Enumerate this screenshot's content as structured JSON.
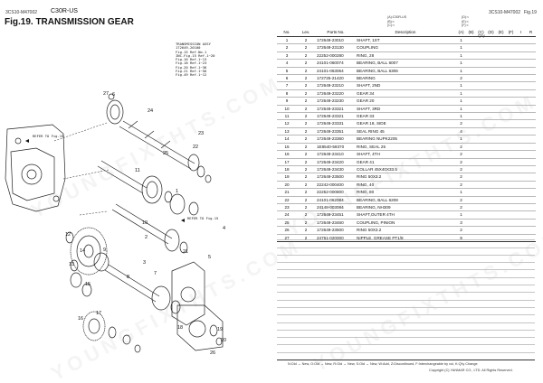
{
  "page": {
    "doc_code_left": "3CS10-M47002",
    "model": "C30R-US",
    "title": "Fig.19.  TRANSMISSION GEAR",
    "doc_code_right": "3CS10-M47002",
    "fig_label": "Fig.19"
  },
  "legend": {
    "col1": [
      "(A):C30R-US",
      "(B):<",
      "(C):<"
    ],
    "col2": [
      "(D):<",
      "(E):<",
      "(F):<"
    ]
  },
  "table": {
    "headers": {
      "no": "No.",
      "lev": "Lev.",
      "part_no": "Parts No.",
      "description": "Description",
      "qty": "Q'ty",
      "qty_cols": [
        "(A)",
        "(B)",
        "(C)",
        "(D)",
        "(E)",
        "(F)"
      ],
      "i": "I",
      "r": "R"
    },
    "rows": [
      {
        "no": "1",
        "lev": "2",
        "part": "172649-23010",
        "desc": "SHAFT, 1ST",
        "qty": "1"
      },
      {
        "no": "2",
        "lev": "2",
        "part": "172649-23130",
        "desc": "COUPLING",
        "qty": "1"
      },
      {
        "no": "3",
        "lev": "2",
        "part": "22252-000280",
        "desc": "RING, 28",
        "qty": "1"
      },
      {
        "no": "4",
        "lev": "2",
        "part": "24101-060074",
        "desc": "BEARING, BALL 6007",
        "qty": "1"
      },
      {
        "no": "5",
        "lev": "2",
        "part": "24101-063064",
        "desc": "BEARING, BALL 6306",
        "qty": "1"
      },
      {
        "no": "6",
        "lev": "2",
        "part": "172725-21420",
        "desc": "BEARING",
        "qty": "2"
      },
      {
        "no": "7",
        "lev": "2",
        "part": "172649-23210",
        "desc": "SHAFT, 2ND",
        "qty": "1"
      },
      {
        "no": "8",
        "lev": "2",
        "part": "172649-23220",
        "desc": "GEAR 34",
        "qty": "1"
      },
      {
        "no": "9",
        "lev": "2",
        "part": "172649-23230",
        "desc": "GEAR 20",
        "qty": "1"
      },
      {
        "no": "10",
        "lev": "2",
        "part": "172649-23321",
        "desc": "SHAFT, 3RD",
        "qty": "1"
      },
      {
        "no": "11",
        "lev": "2",
        "part": "172649-23321",
        "desc": "GEAR 33",
        "qty": "1"
      },
      {
        "no": "12",
        "lev": "2",
        "part": "172649-23331",
        "desc": "GEAR 18, SIDE",
        "qty": "2"
      },
      {
        "no": "13",
        "lev": "2",
        "part": "172649-23351",
        "desc": "SEAL RING 45",
        "qty": "4"
      },
      {
        "no": "14",
        "lev": "2",
        "part": "172649-23360",
        "desc": "BEARING NUPK2205",
        "qty": "1"
      },
      {
        "no": "15",
        "lev": "2",
        "part": "1E8540-59370",
        "desc": "RING, SEAL 25",
        "qty": "2"
      },
      {
        "no": "16",
        "lev": "2",
        "part": "172649-23410",
        "desc": "SHAFT, 4TH",
        "qty": "2"
      },
      {
        "no": "17",
        "lev": "2",
        "part": "172649-23420",
        "desc": "GEAR 41",
        "qty": "2"
      },
      {
        "no": "18",
        "lev": "2",
        "part": "172649-23430",
        "desc": "COLLAR 45X40X33.5",
        "qty": "2"
      },
      {
        "no": "19",
        "lev": "2",
        "part": "172649-23500",
        "desc": "RING 50X3.2",
        "qty": "2"
      },
      {
        "no": "20",
        "lev": "2",
        "part": "22242-000400",
        "desc": "RING,  40",
        "qty": "2"
      },
      {
        "no": "21",
        "lev": "2",
        "part": "22252-000800",
        "desc": "RING,  80",
        "qty": "1"
      },
      {
        "no": "22",
        "lev": "2",
        "part": "24101-062084",
        "desc": "BEARING, BALL 6208",
        "qty": "2"
      },
      {
        "no": "23",
        "lev": "2",
        "part": "24148-003084",
        "desc": "BEARING, NH309",
        "qty": "2"
      },
      {
        "no": "24",
        "lev": "2",
        "part": "172649-23451",
        "desc": "SHAFT,OUTER 4TH",
        "qty": "1"
      },
      {
        "no": "25",
        "lev": "2",
        "part": "172649-23460",
        "desc": "COUPLING, PINION",
        "qty": "3"
      },
      {
        "no": "26",
        "lev": "2",
        "part": "172649-23500",
        "desc": "RING 50X3.2",
        "qty": "2"
      },
      {
        "no": "27",
        "lev": "2",
        "part": "24761-020000",
        "desc": "NIPPLE, GREASE PT1/8",
        "qty": "9"
      }
    ]
  },
  "footer": {
    "line1": "N:Old → New, O:Old → New, R:Old → New, S:Old → New, W:Add, Z:Discontinued, F:Interchangeable by vol, K:Q'ty Change",
    "line2": "Copyright (C)  YANMAR CO., LTD. All Rights Reserved."
  },
  "diagram": {
    "assy_block": [
      "TRANSMISSION ASSY",
      "172649-20100",
      "Fig.15 Ref.No.1",
      "INC.Fig.15 Ref.1~20",
      "Fig.16 Ref.1~13",
      "Fig.18 Ref.1~23",
      "Fig.20 Ref.1~36",
      "Fig.21 Ref.1~56",
      "Fig.49 Ref.1~12"
    ],
    "refer_left": "REFER TO Fig.15",
    "refer_right": "REFER TO Fig.15",
    "callouts": [
      "27",
      "6",
      "24",
      "22",
      "23",
      "11",
      "25",
      "1",
      "12",
      "13",
      "14",
      "15",
      "10",
      "2",
      "3",
      "9",
      "7",
      "8",
      "16",
      "17",
      "4",
      "21",
      "5",
      "18",
      "19",
      "20",
      "26"
    ]
  },
  "watermark": "YOUNGFIXTHTS.COM"
}
